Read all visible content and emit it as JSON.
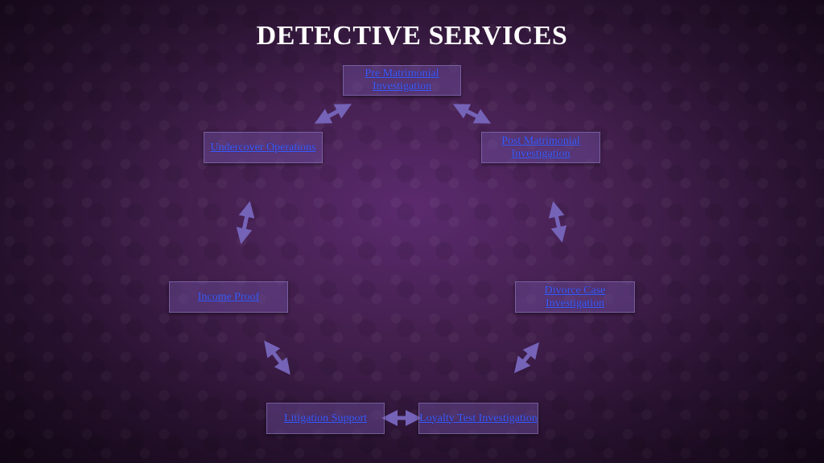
{
  "title": "DETECTIVE SERVICES",
  "nodes": {
    "pre_matrimonial": "Pre Matrimonial Investigation",
    "post_matrimonial": "Post Matrimonial Investigation",
    "divorce_case": "Divorce Case Investigation",
    "loyalty_test": "Loyalty Test Investigation",
    "litigation_support": "Litigation Support",
    "income_proof": "Income Proof",
    "undercover_operations": "Undercover Operations"
  },
  "colors": {
    "link": "#3a5cff",
    "node_fill": "#6e50a0",
    "arrow": "#6b5aa8",
    "title": "#ffffff"
  }
}
